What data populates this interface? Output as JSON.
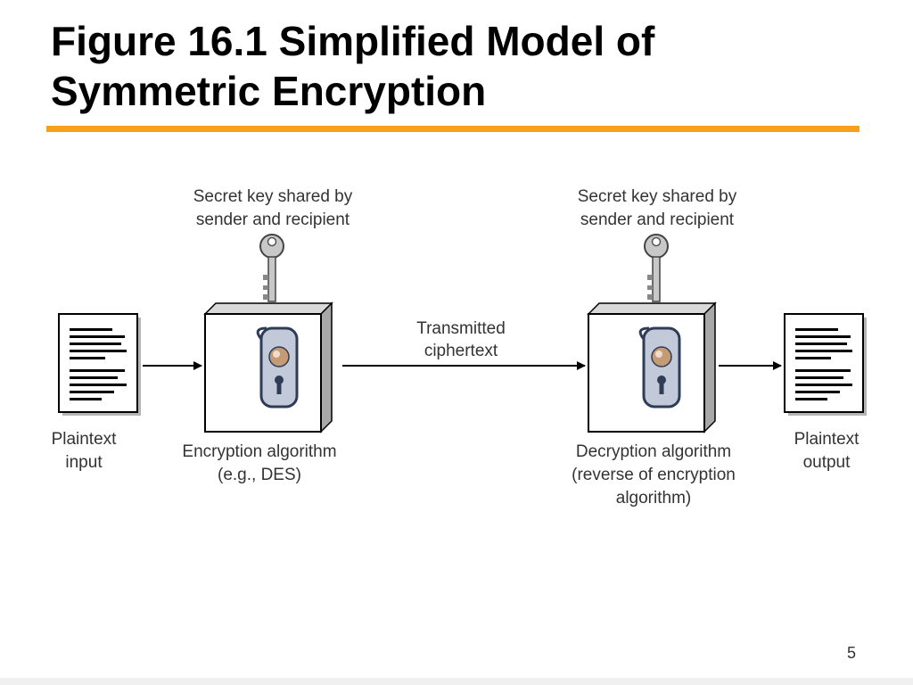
{
  "slide": {
    "title_line1": "Figure 16.1 Simplified Model of",
    "title_line2": "Symmetric Encryption",
    "page_number": "5",
    "accent_color": "#f7a01c"
  },
  "diagram": {
    "key_left": {
      "line1": "Secret key shared by",
      "line2": "sender and recipient",
      "icon": "key-icon"
    },
    "key_right": {
      "line1": "Secret key shared by",
      "line2": "sender and recipient",
      "icon": "key-icon"
    },
    "plaintext_input": {
      "line1": "Plaintext",
      "line2": "input",
      "icon": "document-icon"
    },
    "encryption": {
      "line1": "Encryption algorithm",
      "line2": "(e.g., DES)",
      "icon": "lock-icon"
    },
    "transmitted": {
      "line1": "Transmitted",
      "line2": "ciphertext"
    },
    "decryption": {
      "line1": "Decryption algorithm",
      "line2": "(reverse of encryption",
      "line3": "algorithm)",
      "icon": "lock-icon"
    },
    "plaintext_output": {
      "line1": "Plaintext",
      "line2": "output",
      "icon": "document-icon"
    }
  }
}
